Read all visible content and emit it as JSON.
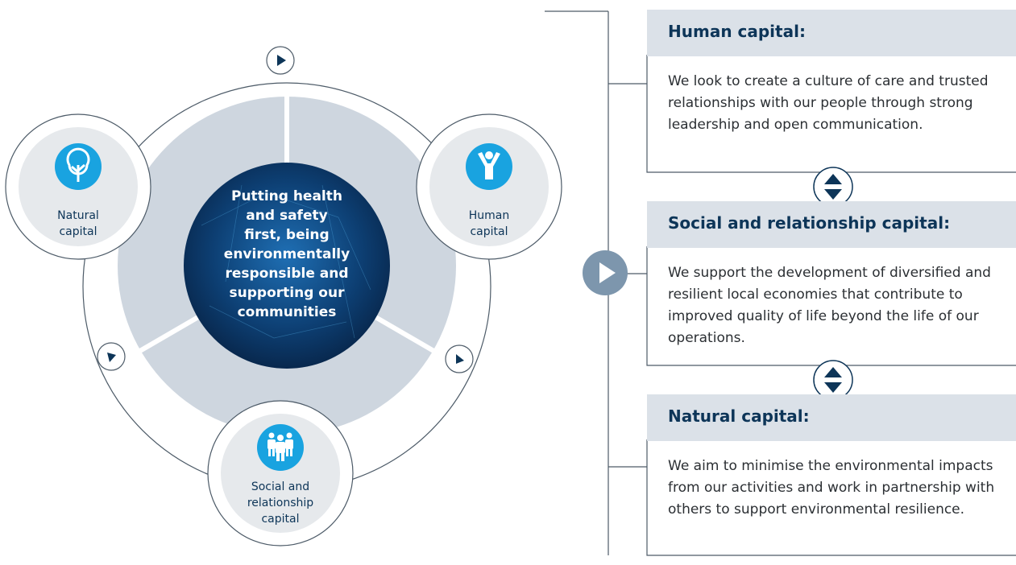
{
  "center": {
    "text": "Putting health\nand safety\nfirst, being\nenvironmentally\nresponsible and\nsupporting our\ncommunities"
  },
  "nodes": {
    "natural": {
      "label": "Natural\ncapital",
      "icon": "tree-icon"
    },
    "human": {
      "label": "Human\ncapital",
      "icon": "person-icon"
    },
    "social": {
      "label": "Social and\nrelationship\ncapital",
      "icon": "people-group-icon"
    }
  },
  "panels": [
    {
      "title": "Human capital:",
      "body": "We look to create a culture of care and trusted relationships with our people through strong leadership and open communication."
    },
    {
      "title": "Social and relationship capital:",
      "body": "We support the development of diversified and resilient local economies that contribute to improved quality of life beyond the life of our operations."
    },
    {
      "title": "Natural capital:",
      "body": "We aim to minimise the environmental impacts from our activities and work in partnership with others to support environmental resilience."
    }
  ],
  "colors": {
    "navy": "#0d3558",
    "accent_blue": "#19a3e0",
    "ring_grey": "#ced6df",
    "panel_grey": "#dbe1e8",
    "arrow_grey": "#7d96ad"
  }
}
